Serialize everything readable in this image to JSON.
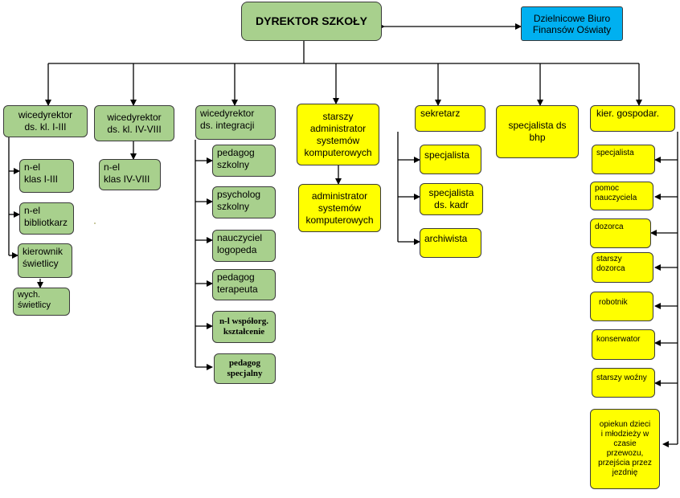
{
  "director": "DYREKTOR SZKOŁY",
  "finance_office": "Dzielnicowe Biuro\nFinansów Oświaty",
  "branches": {
    "vice_1_3": {
      "title": "wicedyrektor\nds. kl. I-III",
      "items": [
        "n-el\nklas  I-III",
        "n-el\nbibliotkarz",
        "kierownik\nświetlicy"
      ],
      "sub_item": "wych.\nświetlicy"
    },
    "vice_4_8": {
      "title": "wicedyrektor\nds. kl. IV-VIII",
      "items": [
        "n-el\nklas IV-VIII"
      ]
    },
    "vice_integration": {
      "title": "wicedyrektor\nds. integracji",
      "items": [
        "pedagog\nszkolny",
        "psycholog\nszkolny",
        "nauczyciel\nlogopeda",
        "pedagog\nterapeuta",
        "n-l współorg.\nkształcenie",
        "pedagog\nspecjalny"
      ]
    },
    "senior_admin": {
      "title": "starszy\nadministrator\nsystemów\nkomputerowych",
      "items": [
        "administrator\nsystemów\nkomputerowych"
      ]
    },
    "secretary": {
      "title": "sekretarz",
      "items": [
        "specjalista",
        "specjalista\nds. kadr",
        "archiwista"
      ]
    },
    "safety": {
      "title": "specjalista ds\nbhp"
    },
    "facility_manager": {
      "title": "kier. gospodar.",
      "items": [
        "specjalista",
        "pomoc\nnauczyciela",
        "dozorca",
        "starszy\ndozorca",
        "robotnik",
        "konserwator",
        "starszy woźny",
        "opiekun  dzieci\ni młodzieży w\nczasie\nprzewozu,\nprzejścia przez\njezdnię"
      ]
    }
  }
}
